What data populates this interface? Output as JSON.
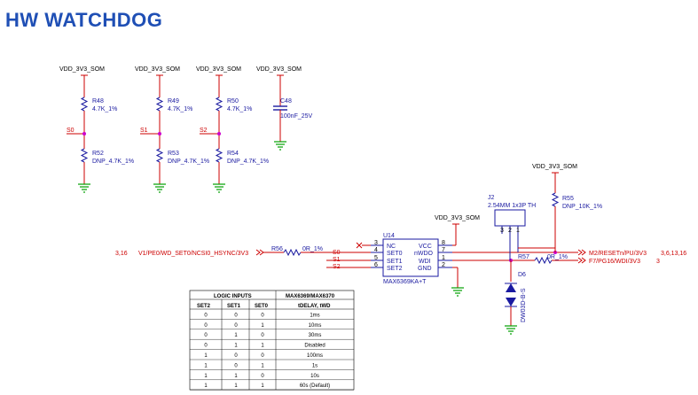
{
  "title": "HW WATCHDOG",
  "colors": {
    "title": "#1f4fb5",
    "wire": "#cc0000",
    "part": "#1a1aa0",
    "ground": "#00a000",
    "junction": "#cc00cc"
  },
  "supplies": {
    "a": "VDD_3V3_SOM",
    "b": "VDD_3V3_SOM",
    "c": "VDD_3V3_SOM",
    "d": "VDD_3V3_SOM",
    "e": "VDD_3V3_SOM",
    "f": "VDD_3V3_SOM"
  },
  "resistors": {
    "r48": {
      "ref": "R48",
      "val": "4.7K_1%"
    },
    "r49": {
      "ref": "R49",
      "val": "4.7K_1%"
    },
    "r50": {
      "ref": "R50",
      "val": "4.7K_1%"
    },
    "r52": {
      "ref": "R52",
      "val": "DNP_4.7K_1%"
    },
    "r53": {
      "ref": "R53",
      "val": "DNP_4.7K_1%"
    },
    "r54": {
      "ref": "R54",
      "val": "DNP_4.7K_1%"
    },
    "r55": {
      "ref": "R55",
      "val": "DNP_10K_1%"
    },
    "r56": {
      "ref": "R56",
      "val": "0R_1%"
    },
    "r57": {
      "ref": "R57",
      "val": "0R_1%"
    }
  },
  "cap": {
    "ref": "C48",
    "val": "100nF_25V"
  },
  "nets": {
    "s0": "S0",
    "s1": "S1",
    "s2": "S2"
  },
  "connector": {
    "ref": "J2",
    "val": "2.54MM 1x3P TH",
    "pins": [
      "3",
      "2",
      "1"
    ]
  },
  "diode": {
    "ref": "D6",
    "val": "DW03D-B-S"
  },
  "ic": {
    "ref": "U14",
    "part": "MAX6369KA+T",
    "left_pins": [
      {
        "num": "3",
        "name": "NC"
      },
      {
        "num": "4",
        "name": "SET0"
      },
      {
        "num": "5",
        "name": "SET1"
      },
      {
        "num": "6",
        "name": "SET2"
      }
    ],
    "right_pins": [
      {
        "num": "8",
        "name": "VCC"
      },
      {
        "num": "7",
        "name": "nWDO"
      },
      {
        "num": "1",
        "name": "WDI"
      },
      {
        "num": "2",
        "name": "GND"
      }
    ]
  },
  "offpage": {
    "left_ref": "3,16",
    "left_net": "V1/PE0/WD_SET0/NCSI0_HSYNC/3V3",
    "right_net1": "M2/RESETn/PU/3V3",
    "right_ref1": "3,6,13,16",
    "right_net2": "F7/PG16/WDI/3V3",
    "right_ref2": "3"
  },
  "table": {
    "group_header": "LOGIC INPUTS",
    "part_header": "MAX6369/MAX6370",
    "columns": [
      "SET2",
      "SET1",
      "SET0"
    ],
    "timing_header": "tDELAY, tWD",
    "rows": [
      [
        "0",
        "0",
        "0",
        "1ms"
      ],
      [
        "0",
        "0",
        "1",
        "10ms"
      ],
      [
        "0",
        "1",
        "0",
        "30ms"
      ],
      [
        "0",
        "1",
        "1",
        "Disabled"
      ],
      [
        "1",
        "0",
        "0",
        "100ms"
      ],
      [
        "1",
        "0",
        "1",
        "1s"
      ],
      [
        "1",
        "1",
        "0",
        "10s"
      ],
      [
        "1",
        "1",
        "1",
        "60s (Default)"
      ]
    ]
  }
}
